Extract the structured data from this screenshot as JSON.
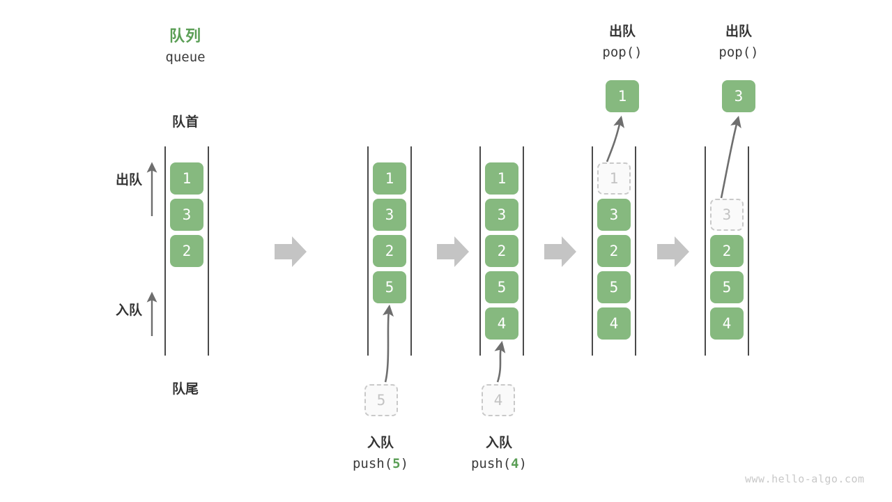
{
  "header": {
    "title_cn": "队列",
    "title_en": "queue",
    "front_label": "队首",
    "rear_label": "队尾"
  },
  "side_labels": {
    "pop_label": "出队",
    "push_label": "入队"
  },
  "colors": {
    "cell_green": "#86b97f",
    "title_green": "#5a9e55",
    "rail_gray": "#4a4a4a",
    "ghost_border": "#c9c9c9",
    "ghost_text": "#c3c3c3",
    "arrow_gray": "#6e6e6e",
    "step_arrow_gray": "#c4c4c4",
    "watermark_gray": "#c8c8c8"
  },
  "states": [
    {
      "name": "initial",
      "cells": [
        "1",
        "3",
        "2"
      ]
    },
    {
      "name": "after-push5",
      "cells": [
        "1",
        "3",
        "2",
        "5"
      ]
    },
    {
      "name": "after-push4",
      "cells": [
        "1",
        "3",
        "2",
        "5",
        "4"
      ]
    },
    {
      "name": "pop1",
      "cells": [
        "1",
        "3",
        "2",
        "5",
        "4"
      ]
    },
    {
      "name": "pop3",
      "cells": [
        "3",
        "2",
        "5",
        "4"
      ]
    }
  ],
  "operations": [
    {
      "id": "push5",
      "cn": "入队",
      "code_prefix": "push(",
      "code_value": "5",
      "code_suffix": ")",
      "ghost_value": "5"
    },
    {
      "id": "push4",
      "cn": "入队",
      "code_prefix": "push(",
      "code_value": "4",
      "code_suffix": ")",
      "ghost_value": "4"
    },
    {
      "id": "pop1",
      "cn": "出队",
      "code_prefix": "pop(",
      "code_value": "",
      "code_suffix": ")",
      "popped_value": "1",
      "ghost_value": "1"
    },
    {
      "id": "pop3",
      "cn": "出队",
      "code_prefix": "pop(",
      "code_value": "",
      "code_suffix": ")",
      "popped_value": "3",
      "ghost_value": "3"
    }
  ],
  "watermark": "www.hello-algo.com"
}
